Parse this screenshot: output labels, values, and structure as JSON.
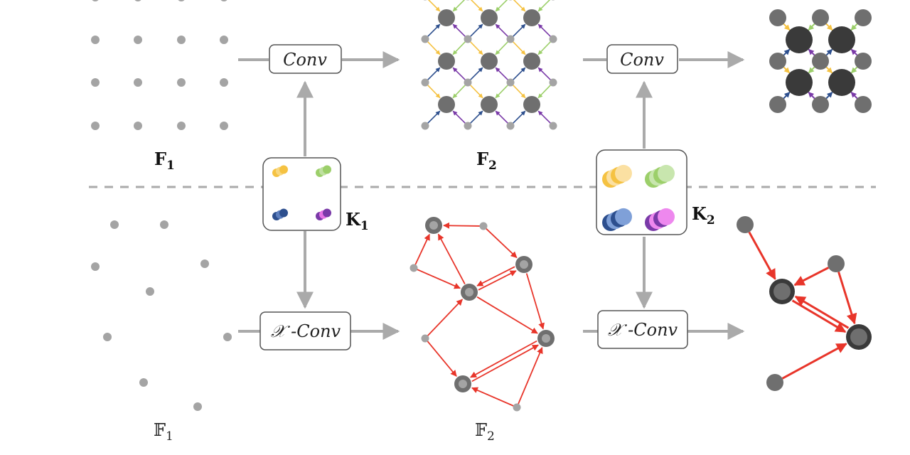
{
  "labels": {
    "conv_1": "Conv",
    "conv_2": "Conv",
    "xconv_1": "𝒳 -Conv",
    "xconv_2": "𝒳 -Conv",
    "F1": {
      "main": "F",
      "sub": "1"
    },
    "F2": {
      "main": "F",
      "sub": "2"
    },
    "K1": {
      "main": "K",
      "sub": "1"
    },
    "K2": {
      "main": "K",
      "sub": "2"
    },
    "bbF1": {
      "main": "𝔽",
      "sub": "1"
    },
    "bbF2": {
      "main": "𝔽",
      "sub": "2"
    }
  },
  "colors": {
    "arrow_gray": "#aaaaaa",
    "dot_gray": "#a4a4a4",
    "node_gray": "#6f6f6f",
    "node_dark": "#3a3a3a",
    "edge_red": "#e8352a",
    "kernel_yellow": "#f5c242",
    "kernel_green": "#9ccf6a",
    "kernel_blue": "#2d4f8e",
    "kernel_purple": "#7a3aa8"
  }
}
